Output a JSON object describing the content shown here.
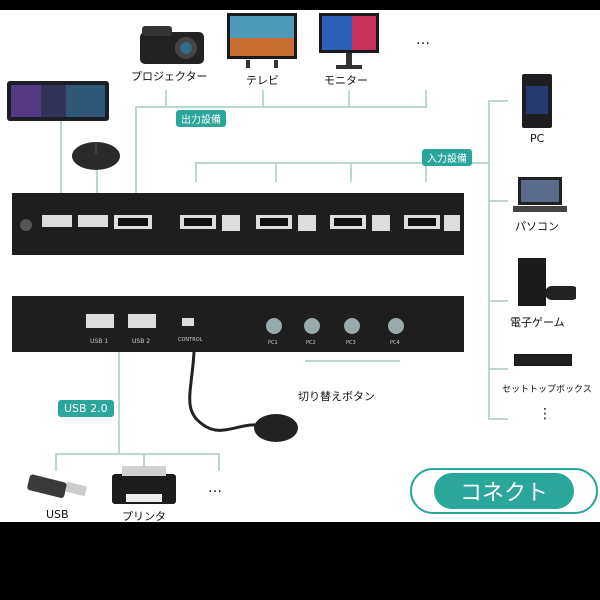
{
  "top_devices": {
    "projector": "プロジェクター",
    "tv": "テレビ",
    "monitor": "モニター",
    "more": "…"
  },
  "right_devices": {
    "pc": "PC",
    "laptop": "パソコン",
    "console": "電子ゲーム",
    "stb": "セットトップボックス",
    "more": "⋮"
  },
  "tags": {
    "output": "出力設備",
    "input": "入力設備",
    "usb": "USB 2.0"
  },
  "front_panel": {
    "switch_label": "切り替えボタン",
    "control": "CONTROL",
    "usb1": "USB 1",
    "usb2": "USB 2",
    "pc_buttons": [
      "PC1",
      "PC2",
      "PC3",
      "PC4"
    ]
  },
  "bottom_devices": {
    "usb": "USB",
    "printer": "プリンタ",
    "more": "…"
  },
  "connect_button": "コネクト",
  "colors": {
    "accent": "#2aa69a",
    "device": "#1e1e1e",
    "line": "#bcd6d3"
  }
}
